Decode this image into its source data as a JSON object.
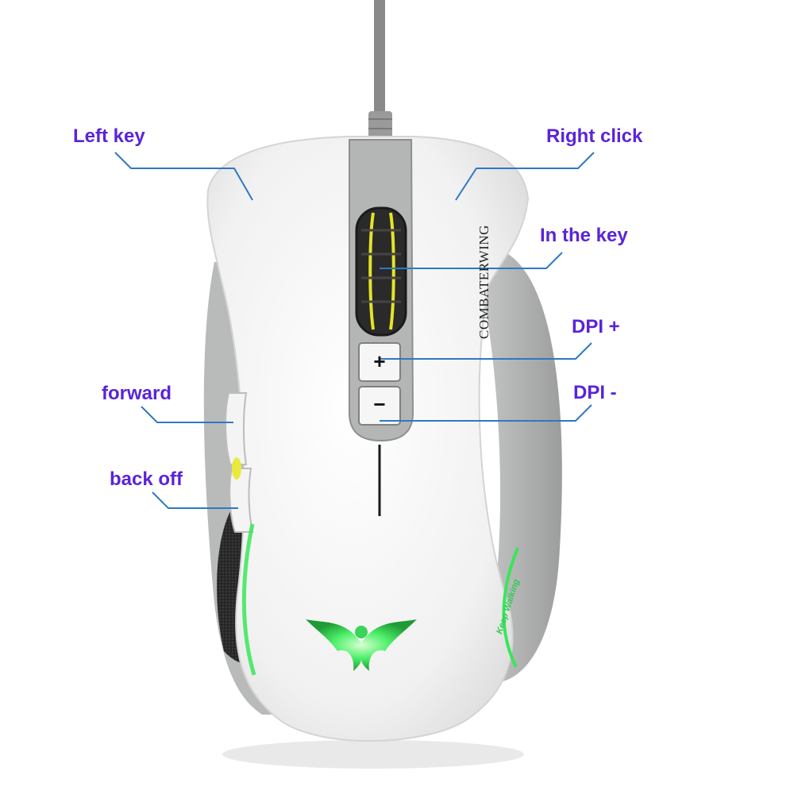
{
  "callouts": {
    "left_key": "Left key",
    "right_click": "Right click",
    "in_the_key": "In the key",
    "dpi_plus": "DPI +",
    "dpi_minus": "DPI -",
    "forward": "forward",
    "back_off": "back off"
  },
  "product": {
    "brand": "COMBATERWING",
    "slogan": "Keep Walking",
    "plus_symbol": "+",
    "minus_symbol": "−"
  },
  "colors": {
    "label": "#5a24d8",
    "leader_line": "#2e78c4",
    "shell": "#f2f2f2",
    "accent_grey": "#a9aaaa",
    "led_green": "#39e65a",
    "wheel_yellow": "#e3e22a"
  }
}
